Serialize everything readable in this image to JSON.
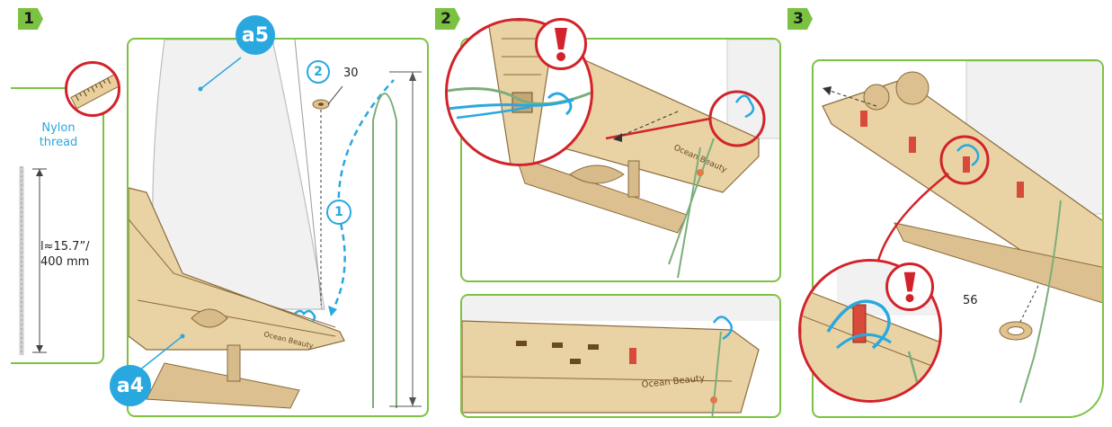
{
  "steps": [
    {
      "number": "1"
    },
    {
      "number": "2"
    },
    {
      "number": "3"
    }
  ],
  "thread_box": {
    "title": "Nylon\nthread",
    "length": "l≈15.7”/\n400 mm"
  },
  "part_labels": {
    "a5": "a5",
    "a4": "a4"
  },
  "sequence_labels": {
    "one": "1",
    "two": "2"
  },
  "part_numbers": {
    "ring_30": "30",
    "ring_56": "56"
  },
  "model_text": "Ocean Beauty",
  "colors": {
    "accent_green": "#7cc242",
    "thread_blue": "#29a8e0",
    "alert_red": "#d2232a",
    "wood": "#e9d2a4",
    "wood_dark": "#b8956a"
  }
}
